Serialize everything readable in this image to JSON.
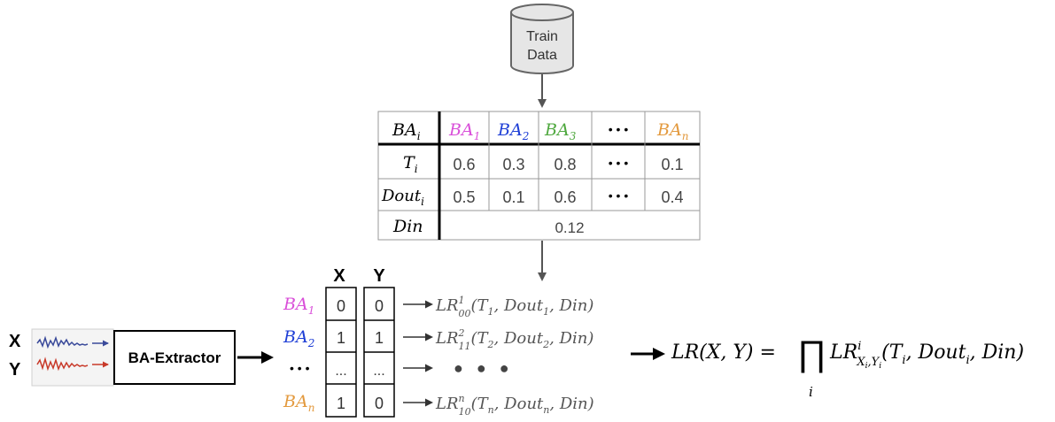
{
  "db_label": [
    "Train",
    "Data"
  ],
  "table": {
    "header_label": "BA",
    "header_sub": "i",
    "columns": [
      {
        "name": "BA",
        "sub": "1",
        "color": "#d94fd9"
      },
      {
        "name": "BA",
        "sub": "2",
        "color": "#1f3fd6"
      },
      {
        "name": "BA",
        "sub": "3",
        "color": "#4fa83f"
      },
      {
        "name": "• • •",
        "sub": "",
        "color": "#000000"
      },
      {
        "name": "BA",
        "sub": "n",
        "color": "#e39a3f"
      }
    ],
    "rows": [
      {
        "label": "T",
        "sub": "i",
        "values": [
          "0.6",
          "0.3",
          "0.8",
          "• • •",
          "0.1"
        ]
      },
      {
        "label": "Dout",
        "sub": "i",
        "values": [
          "0.5",
          "0.1",
          "0.6",
          "• • •",
          "0.4"
        ]
      }
    ],
    "din_label": "Din",
    "din_value": "0.12"
  },
  "inputs": {
    "x_label": "X",
    "y_label": "Y"
  },
  "extractor_label": "BA-Extractor",
  "vector": {
    "col_x": "X",
    "col_y": "Y",
    "rows": [
      {
        "label": "BA",
        "sub": "1",
        "color": "#d94fd9",
        "x": "0",
        "y": "0",
        "lr_sup": "1",
        "lr_sub": "00",
        "lr_args": "(T",
        "t_sub": "1",
        "dout_sub": "1"
      },
      {
        "label": "BA",
        "sub": "2",
        "color": "#1f3fd6",
        "x": "1",
        "y": "1",
        "lr_sup": "2",
        "lr_sub": "11",
        "lr_args": "(T",
        "t_sub": "2",
        "dout_sub": "2"
      },
      {
        "label": "• • •",
        "sub": "",
        "color": "#000000",
        "x": "...",
        "y": "...",
        "lr_sup": "",
        "lr_sub": "",
        "lr_args": "",
        "t_sub": "",
        "dout_sub": ""
      },
      {
        "label": "BA",
        "sub": "n",
        "color": "#e39a3f",
        "x": "1",
        "y": "0",
        "lr_sup": "n",
        "lr_sub": "10",
        "lr_args": "(T",
        "t_sub": "n",
        "dout_sub": "n"
      }
    ]
  },
  "dots": "●   ●   ●",
  "formula": {
    "lhs": "LR(X, Y) =",
    "prod": "∏",
    "prod_index": "i",
    "lr": "LR",
    "sup": "i",
    "sub": "X",
    "sub_i1": "i",
    "sub_y": ",Y",
    "sub_i2": "i",
    "args": "(T",
    "args_sub": "i",
    "args_rest": ", Dout",
    "args_sub2": "i",
    "args_end": ", Din)"
  }
}
